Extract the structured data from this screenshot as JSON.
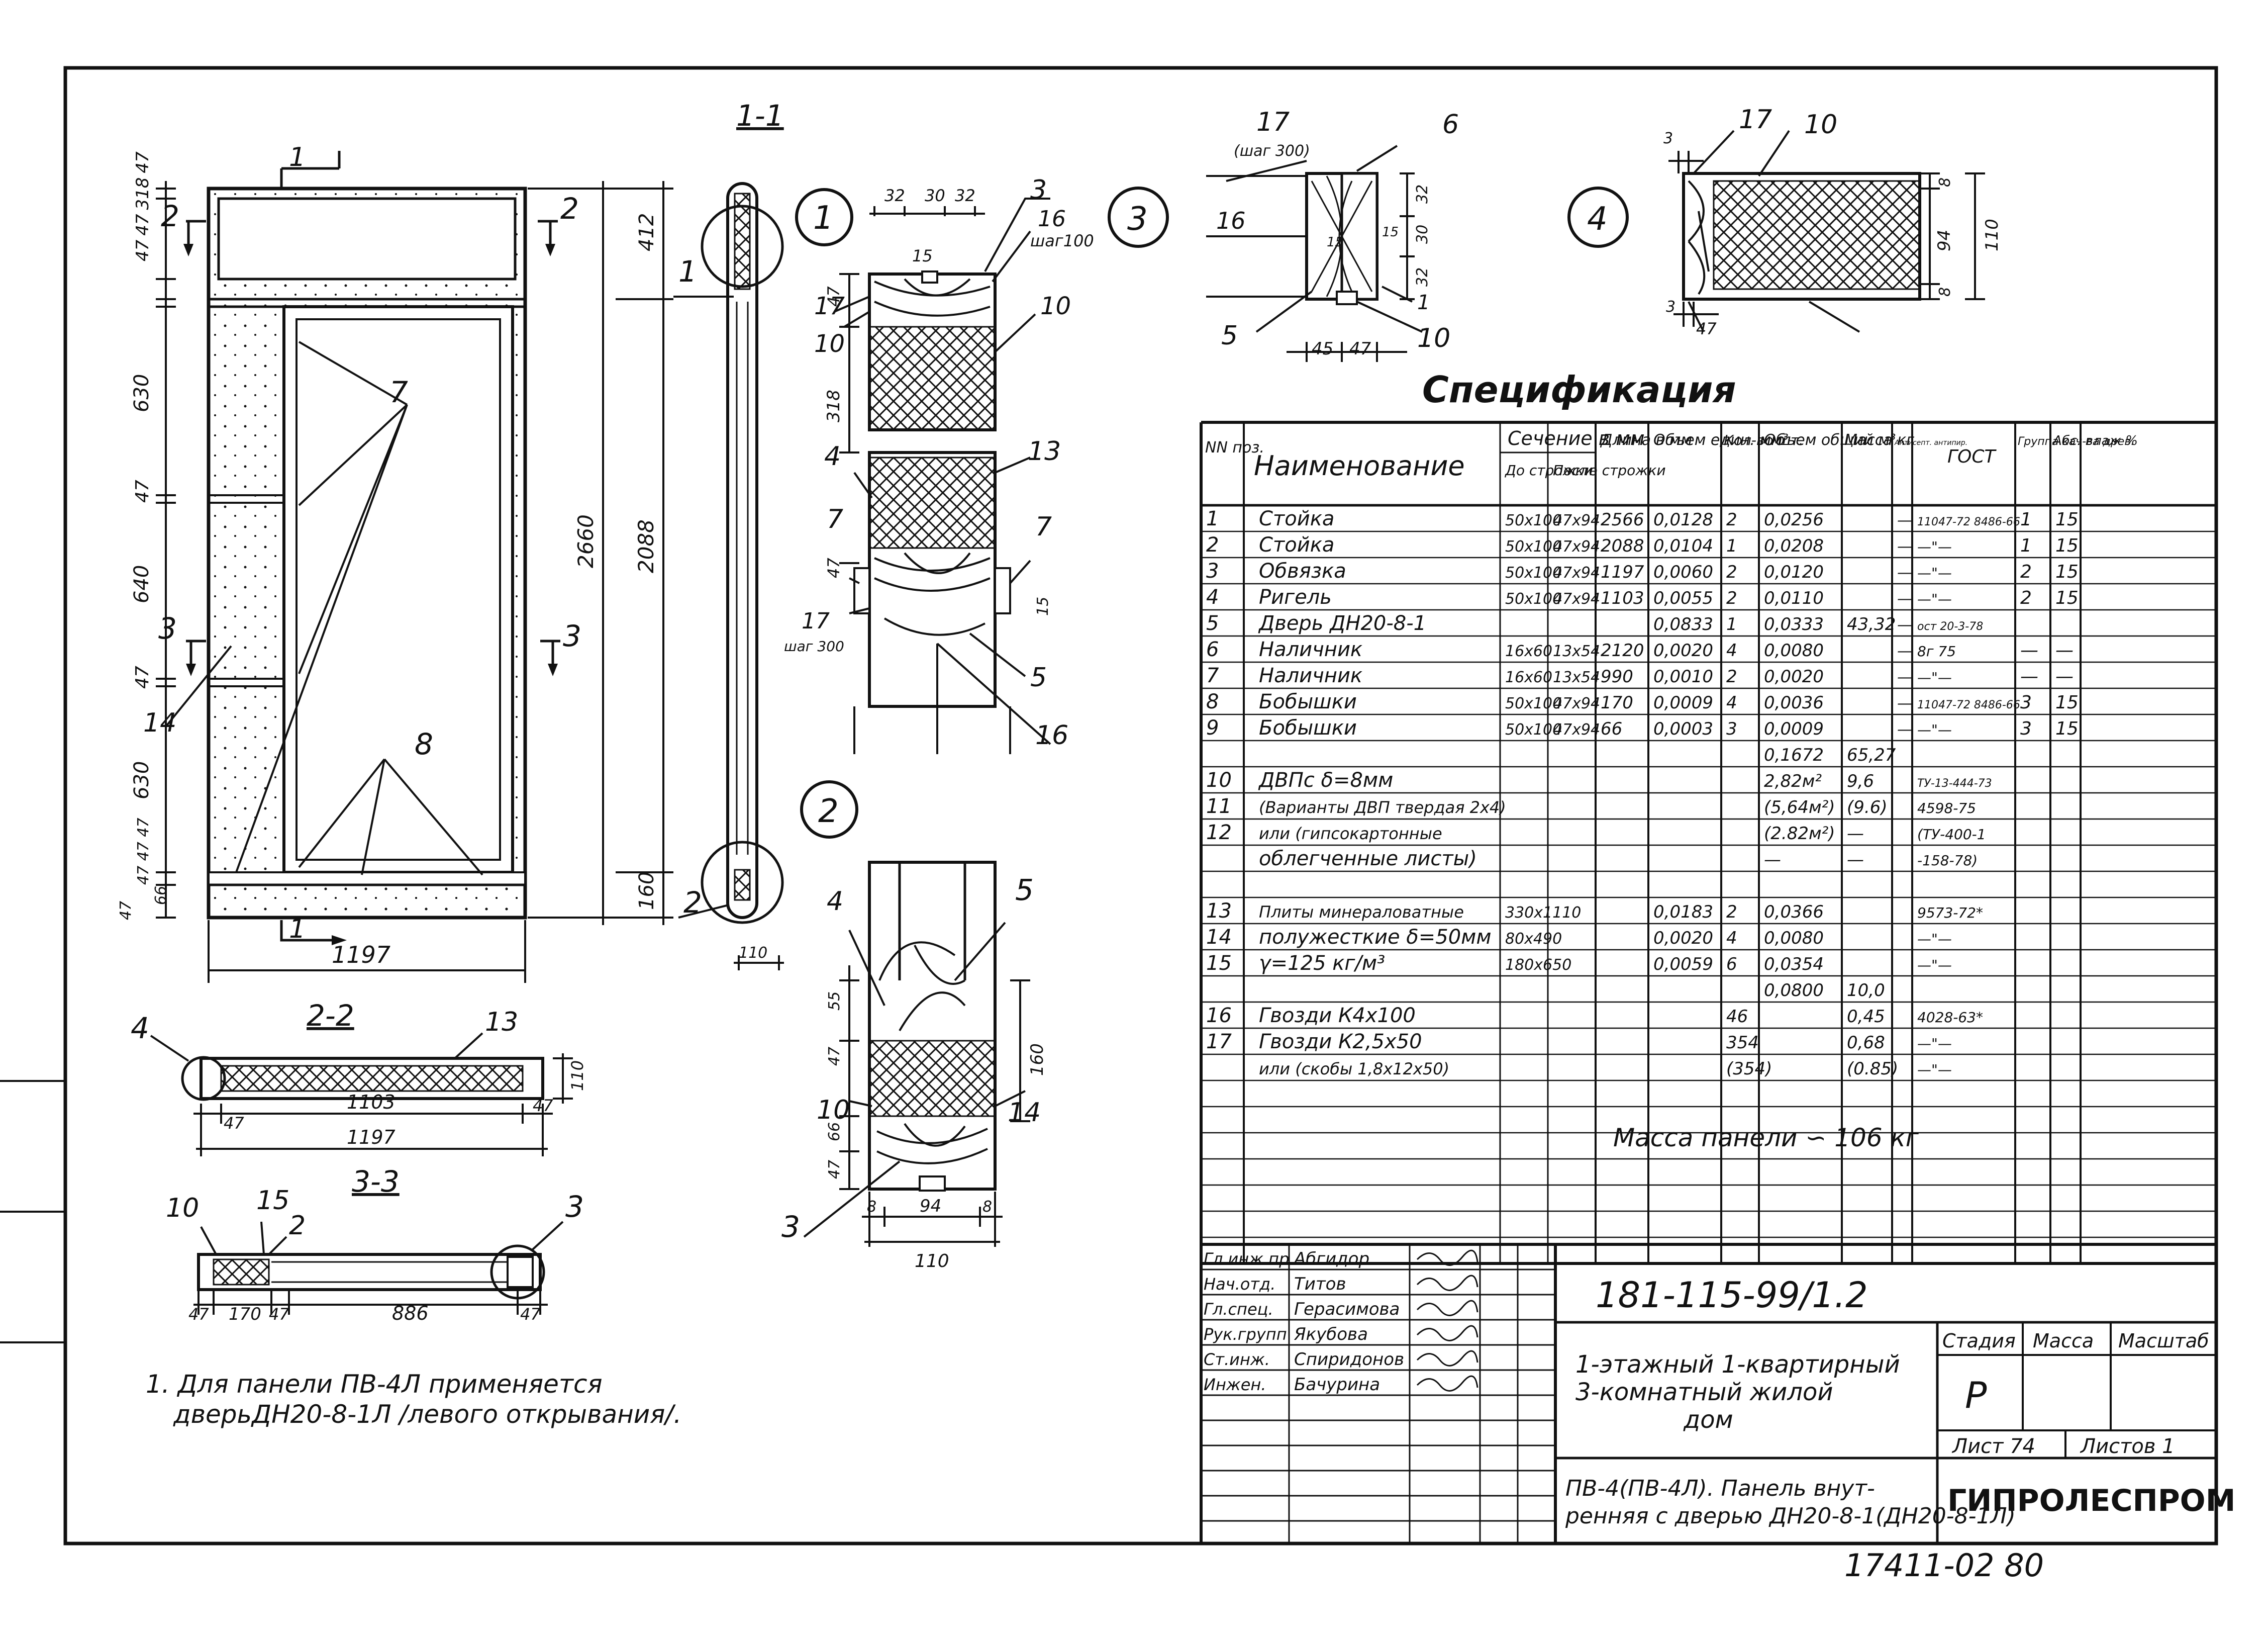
{
  "views": {
    "section_1_1": "1-1",
    "section_2_2": "2-2",
    "section_3_3": "3-3",
    "callouts": [
      "1",
      "2",
      "3",
      "4"
    ]
  },
  "elevation": {
    "top_dims": [
      "47",
      "318",
      "47",
      "47"
    ],
    "left_dims": [
      "630",
      "47",
      "640",
      "47",
      "630",
      "47 47 47",
      "66",
      "47"
    ],
    "width": "1197",
    "height_total": "2660",
    "height_door": "2088",
    "height_top": "412",
    "height_bottom": "160",
    "marks": {
      "m1": "1",
      "m2": "2",
      "m3": "3",
      "m7": "7",
      "m8": "8",
      "m14": "14"
    }
  },
  "section_2_2_dims": {
    "d47a": "47",
    "d1103": "1103",
    "d47b": "47",
    "d1197": "1197",
    "d110": "110",
    "mark4": "4",
    "mark13": "13"
  },
  "section_3_3_dims": {
    "d47a": "47",
    "d170": "170",
    "d47b": "47",
    "d886": "886",
    "d47c": "47",
    "mark10": "10",
    "mark15": "15",
    "mark2": "2",
    "mark3": "3"
  },
  "detail1": {
    "dims": [
      "32",
      "30",
      "32"
    ],
    "labels": {
      "m3": "3",
      "m16": "16",
      "step": "шаг100",
      "m10a": "10",
      "m10b": "10",
      "m17a": "17",
      "m15": "15",
      "m13": "13",
      "m4": "4",
      "m7a": "7",
      "m7b": "7",
      "m17b": "17",
      "step2": "шаг 300",
      "m5": "5",
      "m16b": "16"
    },
    "vert": {
      "v47a": "47",
      "v318": "318",
      "v47b": "47",
      "v15": "15"
    }
  },
  "detail2": {
    "labels": {
      "m4": "4",
      "m5": "5",
      "m10": "10",
      "m14": "14",
      "m3": "3"
    },
    "dims": {
      "d110t": "110",
      "d55": "55",
      "d47a": "47",
      "d66": "66",
      "d47b": "47",
      "d160": "160",
      "d8a": "8",
      "d94": "94",
      "d8b": "8",
      "d110": "110"
    }
  },
  "detail3": {
    "labels": {
      "m17": "17",
      "step": "(шаг 300)",
      "m6": "6",
      "m16": "16",
      "m5": "5",
      "m10": "10",
      "m1": "1"
    },
    "dims": {
      "d32a": "32",
      "d30": "30",
      "d32b": "32",
      "d15a": "15",
      "d15b": "15",
      "d45": "45",
      "d47": "47"
    }
  },
  "detail4": {
    "labels": {
      "m17": "17",
      "m10": "10"
    },
    "dims": {
      "d3a": "3",
      "d3b": "3",
      "d8": "8",
      "d94": "94",
      "d110": "110",
      "d47": "47",
      "d8b": "8"
    }
  },
  "spec": {
    "title": "Спецификация",
    "headers": {
      "num": "NN поз.",
      "name": "Наименование",
      "section": "Сечение в мм",
      "before": "До строжки",
      "after": "После строжки",
      "length": "Длина в мм",
      "vol_unit": "Объем един. мм³",
      "qty": "Кол-во шт.",
      "vol_total": "Объем общий м³",
      "mass": "Масса кг",
      "antisept": "Антисепт. антипир.",
      "gost": "ГОСТ",
      "group": "Группа кач-ва древ.",
      "moist": "Абс. влаж %"
    },
    "rows": [
      [
        "1",
        "Стойка",
        "50x100",
        "47x94",
        "2566",
        "0,0128",
        "2",
        "0,0256",
        "",
        "—",
        "11047-72 8486-66",
        "1",
        "15"
      ],
      [
        "2",
        "Стойка",
        "50x100",
        "47x94",
        "2088",
        "0,0104",
        "1",
        "0,0208",
        "",
        "—",
        "—\"—",
        "1",
        "15"
      ],
      [
        "3",
        "Обвязка",
        "50x100",
        "47x94",
        "1197",
        "0,0060",
        "2",
        "0,0120",
        "",
        "—",
        "—\"—",
        "2",
        "15"
      ],
      [
        "4",
        "Ригель",
        "50x100",
        "47x94",
        "1103",
        "0,0055",
        "2",
        "0,0110",
        "",
        "—",
        "—\"—",
        "2",
        "15"
      ],
      [
        "5",
        "Дверь ДН20-8-1",
        "",
        "",
        "",
        "0,0833",
        "1",
        "0,0333",
        "43,32",
        "—",
        "ост 20-3-78",
        "",
        ""
      ],
      [
        "6",
        "Наличник",
        "16x60",
        "13x54",
        "2120",
        "0,0020",
        "4",
        "0,0080",
        "",
        "—",
        "8г 75",
        "—",
        "—"
      ],
      [
        "7",
        "Наличник",
        "16x60",
        "13x54",
        "990",
        "0,0010",
        "2",
        "0,0020",
        "",
        "—",
        "—\"—",
        "—",
        "—"
      ],
      [
        "8",
        "Бобышки",
        "50x100",
        "47x94",
        "170",
        "0,0009",
        "4",
        "0,0036",
        "",
        "—",
        "11047-72 8486-66",
        "3",
        "15"
      ],
      [
        "9",
        "Бобышки",
        "50x100",
        "47x94",
        "66",
        "0,0003",
        "3",
        "0,0009",
        "",
        "—",
        "—\"—",
        "3",
        "15"
      ],
      [
        "",
        "",
        "",
        "",
        "",
        "",
        "",
        "0,1672",
        "65,27",
        "",
        "",
        "",
        ""
      ],
      [
        "10",
        "ДВПс δ=8мм",
        "",
        "",
        "",
        "",
        "",
        "2,82м²",
        "9,6",
        "",
        "ТУ-13-444-73",
        "",
        ""
      ],
      [
        "11",
        "(Варианты ДВП твердая 2x4)",
        "",
        "",
        "",
        "",
        "",
        "(5,64м²)",
        "(9.6)",
        "",
        "4598-75",
        "",
        ""
      ],
      [
        "12",
        "или (гипсокартонные",
        "",
        "",
        "",
        "",
        "",
        "(2.82м²)",
        "—",
        "",
        "(ТУ-400-1",
        "",
        ""
      ],
      [
        "",
        "облегченные листы)",
        "",
        "",
        "",
        "",
        "",
        "—",
        "—",
        "",
        "-158-78)",
        "",
        ""
      ],
      [
        "",
        "",
        "",
        "",
        "",
        "",
        "",
        "",
        "",
        "",
        "",
        "",
        ""
      ],
      [
        "13",
        "Плиты минераловатные",
        "330x1110",
        "",
        "",
        "0,0183",
        "2",
        "0,0366",
        "",
        "",
        "9573-72*",
        "",
        ""
      ],
      [
        "14",
        "полужесткие δ=50мм",
        "80x490",
        "",
        "",
        "0,0020",
        "4",
        "0,0080",
        "",
        "",
        "—\"—",
        "",
        ""
      ],
      [
        "15",
        "γ=125 кг/м³",
        "180x650",
        "",
        "",
        "0,0059",
        "6",
        "0,0354",
        "",
        "",
        "—\"—",
        "",
        ""
      ],
      [
        "",
        "",
        "",
        "",
        "",
        "",
        "",
        "0,0800",
        "10,0",
        "",
        "",
        "",
        ""
      ],
      [
        "16",
        "Гвозди К4x100",
        "",
        "",
        "",
        "",
        "46",
        "",
        "0,45",
        "",
        "4028-63*",
        "",
        ""
      ],
      [
        "17",
        "Гвозди К2,5x50",
        "",
        "",
        "",
        "",
        "354",
        "",
        "0,68",
        "",
        "—\"—",
        "",
        ""
      ],
      [
        "",
        "или (скобы 1,8x12x50)",
        "",
        "",
        "",
        "",
        "(354)",
        "",
        "(0.85)",
        "",
        "—\"—",
        "",
        ""
      ]
    ],
    "panel_mass": "Масса панели ∽ 106 кг"
  },
  "title_block": {
    "roles": [
      "Гл.инж.пр.",
      "Нач.отд.",
      "Гл.спец.",
      "Рук.групп",
      "Ст.инж.",
      "Инжен."
    ],
    "names": [
      "Абгидор",
      "Титов",
      "Герасимова",
      "Якубова",
      "Спиридонов",
      "Бачурина"
    ],
    "code": "181-115-99/1.2",
    "project": "1-этажный 1-квартирный 3-комнатный жилой дом",
    "drawing": "ПВ-4(ПВ-4Л). Панель внутренняя с дверью ДН20-8-1(ДН20-8-1Л)",
    "stage_label": "Стадия",
    "mass_label": "Масса",
    "scale_label": "Масштаб",
    "stage_value": "Р",
    "sheet": "Лист 74",
    "sheets": "Листов 1",
    "org": "ГИПРОЛЕСПРОМ"
  },
  "note": "1. Для панели ПВ-4Л применяется дверьДН20-8-1Л /левого открывания/.",
  "stamp_number": "17411-02 80"
}
